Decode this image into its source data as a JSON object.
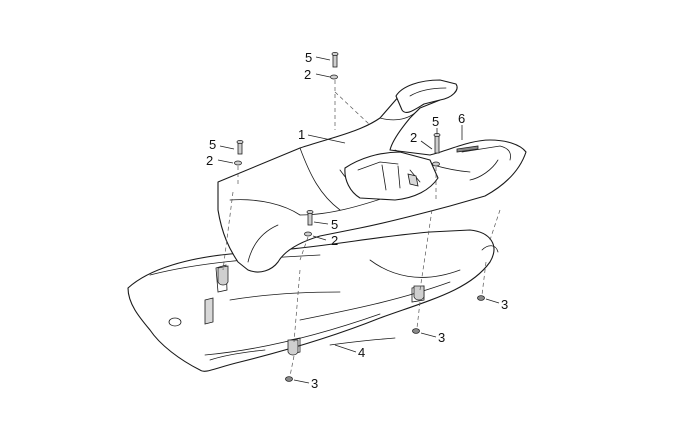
{
  "callouts": {
    "bolt_top": "5",
    "washer_top": "2",
    "body_panel": "1",
    "bolt_left": "5",
    "washer_left": "2",
    "washer_center_right": "2",
    "bolt_center_right": "5",
    "strip": "6",
    "bolt_mid": "5",
    "washer_mid": "2",
    "nut_right": "3",
    "nut_center": "3",
    "nut_bottom": "3",
    "lower_panel": "4"
  }
}
